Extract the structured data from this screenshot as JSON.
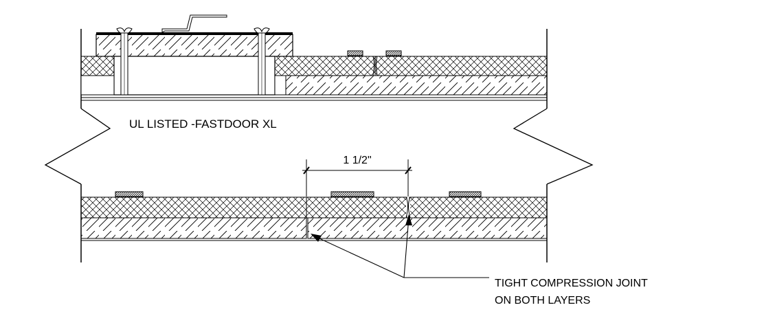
{
  "labels": {
    "product": "UL LISTED -FASTDOOR XL",
    "dimension": "1 1/2\"",
    "callout_line1": "TIGHT COMPRESSION JOINT",
    "callout_line2": "ON BOTH LAYERS"
  },
  "colors": {
    "line": "#000000",
    "background": "#ffffff",
    "tape": "#555555"
  }
}
